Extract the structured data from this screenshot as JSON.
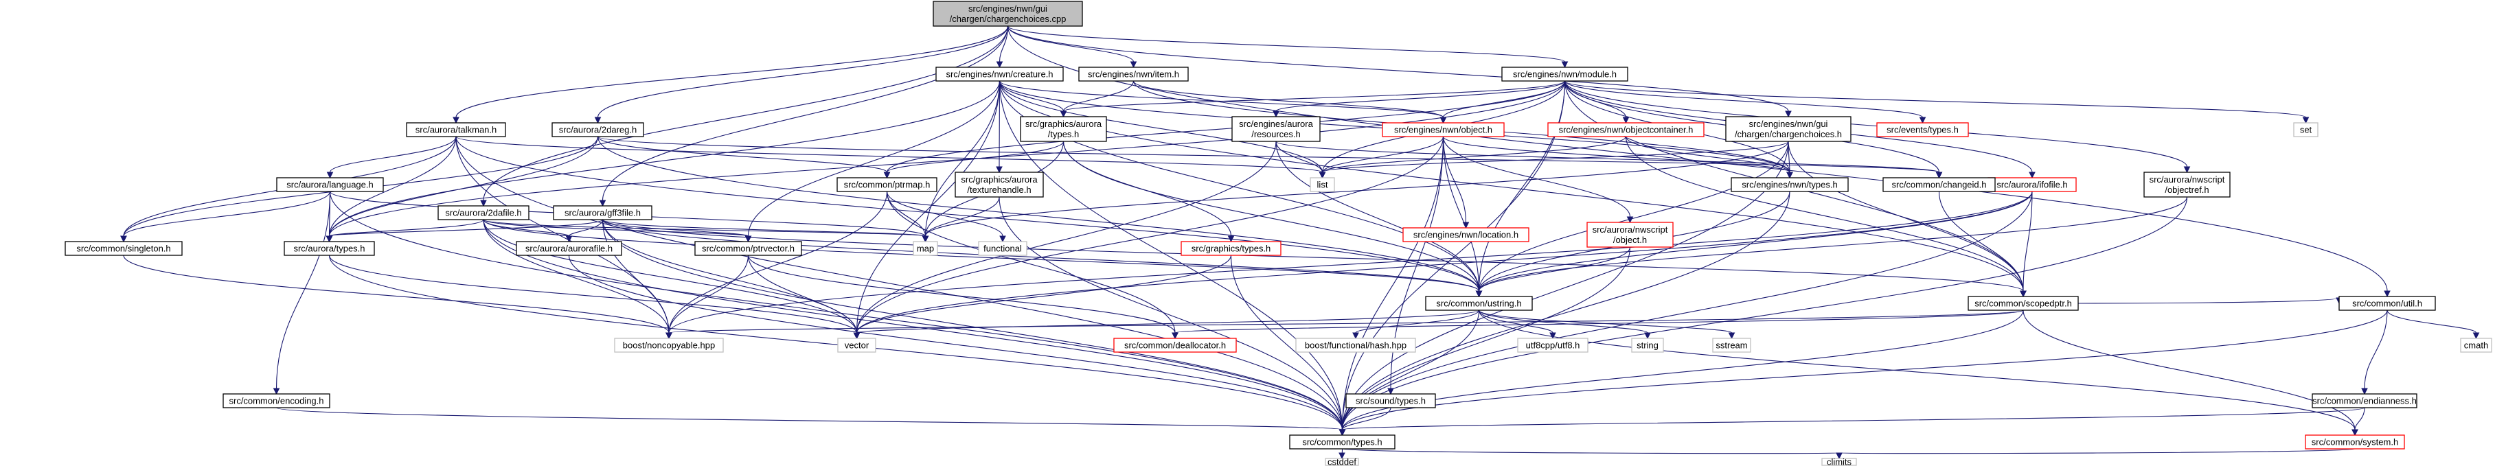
{
  "nodes": [
    {
      "id": "root",
      "label": [
        "src/engines/nwn/gui",
        "/chargen/chargenchoices.cpp"
      ],
      "style": "root"
    },
    {
      "id": "module",
      "label": [
        "src/engines/nwn/module.h"
      ],
      "style": "normal"
    },
    {
      "id": "creature",
      "label": [
        "src/engines/nwn/creature.h"
      ],
      "style": "normal"
    },
    {
      "id": "item",
      "label": [
        "src/engines/nwn/item.h"
      ],
      "style": "normal"
    },
    {
      "id": "talkman",
      "label": [
        "src/aurora/talkman.h"
      ],
      "style": "normal"
    },
    {
      "id": "d2dareg",
      "label": [
        "src/aurora/2dareg.h"
      ],
      "style": "normal"
    },
    {
      "id": "d2dafile",
      "label": [
        "src/aurora/2dafile.h"
      ],
      "style": "normal"
    },
    {
      "id": "gff3file",
      "label": [
        "src/aurora/gff3file.h"
      ],
      "style": "normal"
    },
    {
      "id": "chargenchoices_h",
      "label": [
        "src/engines/nwn/gui",
        "/chargen/chargenchoices.h"
      ],
      "style": "normal"
    },
    {
      "id": "util",
      "label": [
        "src/common/util.h"
      ],
      "style": "normal"
    },
    {
      "id": "object",
      "label": [
        "src/engines/nwn/object.h"
      ],
      "style": "red"
    },
    {
      "id": "objectcontainer",
      "label": [
        "src/engines/nwn/objectcontainer.h"
      ],
      "style": "red"
    },
    {
      "id": "events_types",
      "label": [
        "src/events/types.h"
      ],
      "style": "red"
    },
    {
      "id": "set",
      "label": [
        "set"
      ],
      "style": "grey"
    },
    {
      "id": "graphics_aurora_types",
      "label": [
        "src/graphics/aurora",
        "/types.h"
      ],
      "style": "normal"
    },
    {
      "id": "aurora_resources",
      "label": [
        "src/engines/aurora",
        "/resources.h"
      ],
      "style": "normal"
    },
    {
      "id": "language",
      "label": [
        "src/aurora/language.h"
      ],
      "style": "normal"
    },
    {
      "id": "nwscript_objectref",
      "label": [
        "src/aurora/nwscript",
        "/objectref.h"
      ],
      "style": "normal"
    },
    {
      "id": "list",
      "label": [
        "list"
      ],
      "style": "grey"
    },
    {
      "id": "ptrmap",
      "label": [
        "src/common/ptrmap.h"
      ],
      "style": "normal"
    },
    {
      "id": "texturehandle",
      "label": [
        "src/graphics/aurora",
        "/texturehandle.h"
      ],
      "style": "normal"
    },
    {
      "id": "location",
      "label": [
        "src/engines/nwn/location.h"
      ],
      "style": "red"
    },
    {
      "id": "nwscript_object",
      "label": [
        "src/aurora/nwscript",
        "/object.h"
      ],
      "style": "red"
    },
    {
      "id": "nwn_types",
      "label": [
        "src/engines/nwn/types.h"
      ],
      "style": "normal"
    },
    {
      "id": "ifofile",
      "label": [
        "src/aurora/ifofile.h"
      ],
      "style": "red"
    },
    {
      "id": "changeid",
      "label": [
        "src/common/changeid.h"
      ],
      "style": "normal"
    },
    {
      "id": "singleton",
      "label": [
        "src/common/singleton.h"
      ],
      "style": "normal"
    },
    {
      "id": "aurora_types",
      "label": [
        "src/aurora/types.h"
      ],
      "style": "normal"
    },
    {
      "id": "aurorafile",
      "label": [
        "src/aurora/aurorafile.h"
      ],
      "style": "normal"
    },
    {
      "id": "ptrvector",
      "label": [
        "src/common/ptrvector.h"
      ],
      "style": "normal"
    },
    {
      "id": "map",
      "label": [
        "map"
      ],
      "style": "grey"
    },
    {
      "id": "functional",
      "label": [
        "functional"
      ],
      "style": "grey"
    },
    {
      "id": "graphics_types",
      "label": [
        "src/graphics/types.h"
      ],
      "style": "red"
    },
    {
      "id": "ustring",
      "label": [
        "src/common/ustring.h"
      ],
      "style": "normal"
    },
    {
      "id": "scopedptr",
      "label": [
        "src/common/scopedptr.h"
      ],
      "style": "normal"
    },
    {
      "id": "noncopyable",
      "label": [
        "boost/noncopyable.hpp"
      ],
      "style": "grey"
    },
    {
      "id": "vector",
      "label": [
        "vector"
      ],
      "style": "grey"
    },
    {
      "id": "deallocator",
      "label": [
        "src/common/deallocator.h"
      ],
      "style": "red"
    },
    {
      "id": "hash",
      "label": [
        "boost/functional/hash.hpp"
      ],
      "style": "grey"
    },
    {
      "id": "utf8",
      "label": [
        "utf8cpp/utf8.h"
      ],
      "style": "grey"
    },
    {
      "id": "string",
      "label": [
        "string"
      ],
      "style": "grey"
    },
    {
      "id": "sstream",
      "label": [
        "sstream"
      ],
      "style": "grey"
    },
    {
      "id": "encoding",
      "label": [
        "src/common/encoding.h"
      ],
      "style": "normal"
    },
    {
      "id": "sound_types",
      "label": [
        "src/sound/types.h"
      ],
      "style": "normal"
    },
    {
      "id": "common_types",
      "label": [
        "src/common/types.h"
      ],
      "style": "normal"
    },
    {
      "id": "endianness",
      "label": [
        "src/common/endianness.h"
      ],
      "style": "normal"
    },
    {
      "id": "system",
      "label": [
        "src/common/system.h"
      ],
      "style": "red"
    },
    {
      "id": "cmath",
      "label": [
        "cmath"
      ],
      "style": "grey"
    },
    {
      "id": "cstddef",
      "label": [
        "cstddef"
      ],
      "style": "grey"
    },
    {
      "id": "climits",
      "label": [
        "climits"
      ],
      "style": "grey"
    }
  ],
  "edges": [
    [
      "root",
      "module"
    ],
    [
      "root",
      "creature"
    ],
    [
      "root",
      "item"
    ],
    [
      "root",
      "talkman"
    ],
    [
      "root",
      "d2dareg"
    ],
    [
      "root",
      "d2dafile"
    ],
    [
      "root",
      "gff3file"
    ],
    [
      "root",
      "chargenchoices_h"
    ],
    [
      "root",
      "util"
    ],
    [
      "module",
      "object"
    ],
    [
      "module",
      "objectcontainer"
    ],
    [
      "module",
      "events_types"
    ],
    [
      "module",
      "set"
    ],
    [
      "module",
      "graphics_aurora_types"
    ],
    [
      "module",
      "aurora_resources"
    ],
    [
      "module",
      "nwscript_objectref"
    ],
    [
      "module",
      "list"
    ],
    [
      "module",
      "ptrmap"
    ],
    [
      "module",
      "nwn_types"
    ],
    [
      "module",
      "ifofile"
    ],
    [
      "module",
      "changeid"
    ],
    [
      "module",
      "ustring"
    ],
    [
      "module",
      "scopedptr"
    ],
    [
      "module",
      "common_types"
    ],
    [
      "module",
      "aurora_types"
    ],
    [
      "creature",
      "object"
    ],
    [
      "creature",
      "graphics_aurora_types"
    ],
    [
      "creature",
      "texturehandle"
    ],
    [
      "creature",
      "list"
    ],
    [
      "creature",
      "map"
    ],
    [
      "creature",
      "vector"
    ],
    [
      "creature",
      "nwn_types"
    ],
    [
      "creature",
      "ustring"
    ],
    [
      "creature",
      "scopedptr"
    ],
    [
      "creature",
      "ptrvector"
    ],
    [
      "creature",
      "common_types"
    ],
    [
      "creature",
      "aurora_types"
    ],
    [
      "item",
      "object"
    ],
    [
      "item",
      "graphics_aurora_types"
    ],
    [
      "item",
      "nwn_types"
    ],
    [
      "talkman",
      "language"
    ],
    [
      "talkman",
      "singleton"
    ],
    [
      "talkman",
      "list"
    ],
    [
      "talkman",
      "ustring"
    ],
    [
      "talkman",
      "aurora_types"
    ],
    [
      "talkman",
      "common_types"
    ],
    [
      "talkman",
      "noncopyable"
    ],
    [
      "d2dareg",
      "ptrmap"
    ],
    [
      "d2dareg",
      "singleton"
    ],
    [
      "d2dareg",
      "changeid"
    ],
    [
      "d2dareg",
      "ustring"
    ],
    [
      "d2dareg",
      "aurora_types"
    ],
    [
      "d2dafile",
      "aurora_types"
    ],
    [
      "d2dafile",
      "aurorafile"
    ],
    [
      "d2dafile",
      "ptrvector"
    ],
    [
      "d2dafile",
      "map"
    ],
    [
      "d2dafile",
      "vector"
    ],
    [
      "d2dafile",
      "ustring"
    ],
    [
      "d2dafile",
      "noncopyable"
    ],
    [
      "d2dafile",
      "common_types"
    ],
    [
      "gff3file",
      "aurora_types"
    ],
    [
      "gff3file",
      "aurorafile"
    ],
    [
      "gff3file",
      "ptrvector"
    ],
    [
      "gff3file",
      "map"
    ],
    [
      "gff3file",
      "vector"
    ],
    [
      "gff3file",
      "ustring"
    ],
    [
      "gff3file",
      "scopedptr"
    ],
    [
      "gff3file",
      "noncopyable"
    ],
    [
      "gff3file",
      "common_types"
    ],
    [
      "chargenchoices_h",
      "list"
    ],
    [
      "chargenchoices_h",
      "nwn_types"
    ],
    [
      "chargenchoices_h",
      "ustring"
    ],
    [
      "chargenchoices_h",
      "scopedptr"
    ],
    [
      "chargenchoices_h",
      "map"
    ],
    [
      "chargenchoices_h",
      "common_types"
    ],
    [
      "util",
      "endianness"
    ],
    [
      "util",
      "cmath"
    ],
    [
      "util",
      "common_types"
    ],
    [
      "object",
      "list"
    ],
    [
      "object",
      "location"
    ],
    [
      "object",
      "nwscript_object"
    ],
    [
      "object",
      "nwn_types"
    ],
    [
      "object",
      "ustring"
    ],
    [
      "object",
      "sound_types"
    ],
    [
      "object",
      "common_types"
    ],
    [
      "object",
      "vector"
    ],
    [
      "objectcontainer",
      "list"
    ],
    [
      "objectcontainer",
      "nwn_types"
    ],
    [
      "objectcontainer",
      "scopedptr"
    ],
    [
      "graphics_aurora_types",
      "ptrmap"
    ],
    [
      "graphics_aurora_types",
      "graphics_types"
    ],
    [
      "graphics_aurora_types",
      "map"
    ],
    [
      "graphics_aurora_types",
      "ustring"
    ],
    [
      "aurora_resources",
      "list"
    ],
    [
      "aurora_resources",
      "vector"
    ],
    [
      "aurora_resources",
      "changeid"
    ],
    [
      "aurora_resources",
      "ustring"
    ],
    [
      "language",
      "aurora_types"
    ],
    [
      "language",
      "singleton"
    ],
    [
      "language",
      "encoding"
    ],
    [
      "language",
      "common_types"
    ],
    [
      "language",
      "map"
    ],
    [
      "nwscript_objectref",
      "ustring"
    ],
    [
      "nwscript_objectref",
      "common_types"
    ],
    [
      "ptrmap",
      "map"
    ],
    [
      "ptrmap",
      "functional"
    ],
    [
      "ptrmap",
      "noncopyable"
    ],
    [
      "ptrmap",
      "deallocator"
    ],
    [
      "texturehandle",
      "map"
    ],
    [
      "texturehandle",
      "common_types"
    ],
    [
      "nwscript_object",
      "ustring"
    ],
    [
      "nwscript_object",
      "common_types"
    ],
    [
      "nwn_types",
      "ustring"
    ],
    [
      "nwn_types",
      "common_types"
    ],
    [
      "ifofile",
      "ustring"
    ],
    [
      "ifofile",
      "scopedptr"
    ],
    [
      "ifofile",
      "vector"
    ],
    [
      "ifofile",
      "noncopyable"
    ],
    [
      "ifofile",
      "common_types"
    ],
    [
      "changeid",
      "scopedptr"
    ],
    [
      "singleton",
      "noncopyable"
    ],
    [
      "aurora_types",
      "common_types"
    ],
    [
      "aurora_types",
      "vector"
    ],
    [
      "aurorafile",
      "common_types"
    ],
    [
      "ptrvector",
      "vector"
    ],
    [
      "ptrvector",
      "noncopyable"
    ],
    [
      "ptrvector",
      "deallocator"
    ],
    [
      "graphics_types",
      "common_types"
    ],
    [
      "graphics_types",
      "vector"
    ],
    [
      "ustring",
      "vector"
    ],
    [
      "ustring",
      "hash"
    ],
    [
      "ustring",
      "utf8"
    ],
    [
      "ustring",
      "string"
    ],
    [
      "ustring",
      "sstream"
    ],
    [
      "ustring",
      "common_types"
    ],
    [
      "ustring",
      "system"
    ],
    [
      "scopedptr",
      "noncopyable"
    ],
    [
      "scopedptr",
      "deallocator"
    ],
    [
      "scopedptr",
      "util"
    ],
    [
      "scopedptr",
      "system"
    ],
    [
      "scopedptr",
      "common_types"
    ],
    [
      "encoding",
      "common_types"
    ],
    [
      "sound_types",
      "common_types"
    ],
    [
      "common_types",
      "cstddef"
    ],
    [
      "common_types",
      "climits"
    ],
    [
      "endianness",
      "common_types"
    ],
    [
      "endianness",
      "system"
    ],
    [
      "system",
      "climits"
    ]
  ]
}
